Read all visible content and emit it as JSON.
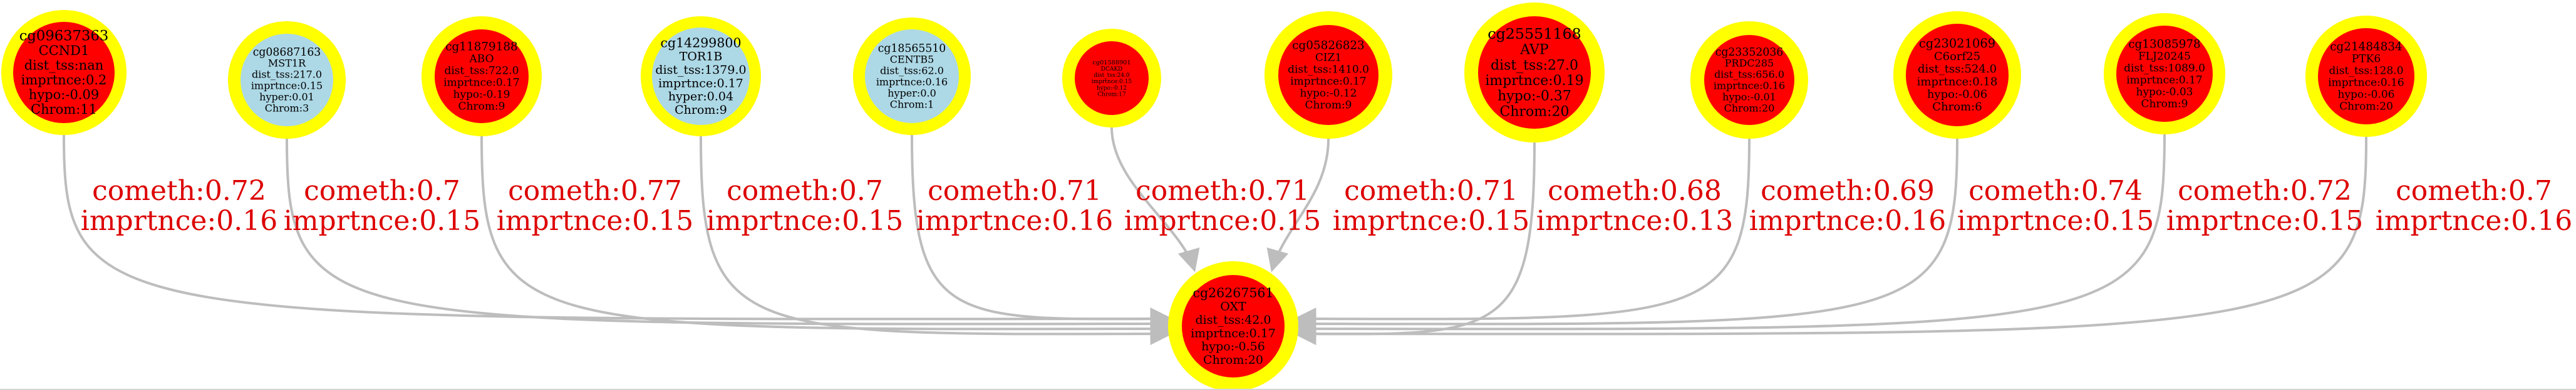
{
  "colors": {
    "halo": "#ffff00",
    "red_node": "#ff0000",
    "blue_node": "#add8e6",
    "edge": "#bdbdbd",
    "edge_label": "#dd0000",
    "node_text": "#000000"
  },
  "target": {
    "lines": [
      "cg26267561",
      "OXT",
      "dist_tss:42.0",
      "imprtnce:0.17",
      "hypo:-0.56",
      "Chrom:20"
    ],
    "fill": "red"
  },
  "sources": [
    {
      "lines": [
        "cg09637363",
        "CCND1",
        "dist_tss:nan",
        "imprtnce:0.2",
        "hypo:-0.09",
        "Chrom:11"
      ],
      "fill": "red",
      "edge_label": [
        "cometh:0.72",
        "imprtnce:0.16"
      ]
    },
    {
      "lines": [
        "cg08687163",
        "MST1R",
        "dist_tss:217.0",
        "imprtnce:0.15",
        "hyper:0.01",
        "Chrom:3"
      ],
      "fill": "blue",
      "edge_label": [
        "cometh:0.7",
        "imprtnce:0.15"
      ]
    },
    {
      "lines": [
        "cg11879188",
        "ABO",
        "dist_tss:722.0",
        "imprtnce:0.17",
        "hypo:-0.19",
        "Chrom:9"
      ],
      "fill": "red",
      "edge_label": [
        "cometh:0.77",
        "imprtnce:0.15"
      ]
    },
    {
      "lines": [
        "cg14299800",
        "TOR1B",
        "dist_tss:1379.0",
        "imprtnce:0.17",
        "hyper:0.04",
        "Chrom:9"
      ],
      "fill": "blue",
      "edge_label": [
        "cometh:0.7",
        "imprtnce:0.15"
      ]
    },
    {
      "lines": [
        "cg18565510",
        "CENTB5",
        "dist_tss:62.0",
        "imprtnce:0.16",
        "hyper:0.0",
        "Chrom:1"
      ],
      "fill": "blue",
      "edge_label": [
        "cometh:0.71",
        "imprtnce:0.16"
      ]
    },
    {
      "lines": [
        "cg01588901",
        "DCAKD",
        "dist_tss:24.0",
        "imprtnce:0.15",
        "hypo:-0.12",
        "Chrom:17"
      ],
      "fill": "red",
      "edge_label": [
        "cometh:0.71",
        "imprtnce:0.15"
      ]
    },
    {
      "lines": [
        "cg05826823",
        "CIZ1",
        "dist_tss:1410.0",
        "imprtnce:0.17",
        "hypo:-0.12",
        "Chrom:9"
      ],
      "fill": "red",
      "edge_label": [
        "cometh:0.71",
        "imprtnce:0.15"
      ]
    },
    {
      "lines": [
        "cg25551168",
        "AVP",
        "dist_tss:27.0",
        "imprtnce:0.19",
        "hypo:-0.37",
        "Chrom:20"
      ],
      "fill": "red",
      "edge_label": [
        "cometh:0.68",
        "imprtnce:0.13"
      ]
    },
    {
      "lines": [
        "cg23352036",
        "PRDC285",
        "dist_tss:656.0",
        "imprtnce:0.16",
        "hypo:-0.01",
        "Chrom:20"
      ],
      "fill": "red",
      "edge_label": [
        "cometh:0.69",
        "imprtnce:0.16"
      ]
    },
    {
      "lines": [
        "cg23021069",
        "C6orf25",
        "dist_tss:524.0",
        "imprtnce:0.18",
        "hypo:-0.06",
        "Chrom:6"
      ],
      "fill": "red",
      "edge_label": [
        "cometh:0.74",
        "imprtnce:0.15"
      ]
    },
    {
      "lines": [
        "cg13085978",
        "FLJ20245",
        "dist_tss:1089.0",
        "imprtnce:0.17",
        "hypo:-0.03",
        "Chrom:9"
      ],
      "fill": "red",
      "edge_label": [
        "cometh:0.72",
        "imprtnce:0.15"
      ]
    },
    {
      "lines": [
        "cg21484834",
        "PTK6",
        "dist_tss:128.0",
        "imprtnce:0.16",
        "hypo:-0.06",
        "Chrom:20"
      ],
      "fill": "red",
      "edge_label": [
        "cometh:0.7",
        "imprtnce:0.16"
      ]
    }
  ]
}
